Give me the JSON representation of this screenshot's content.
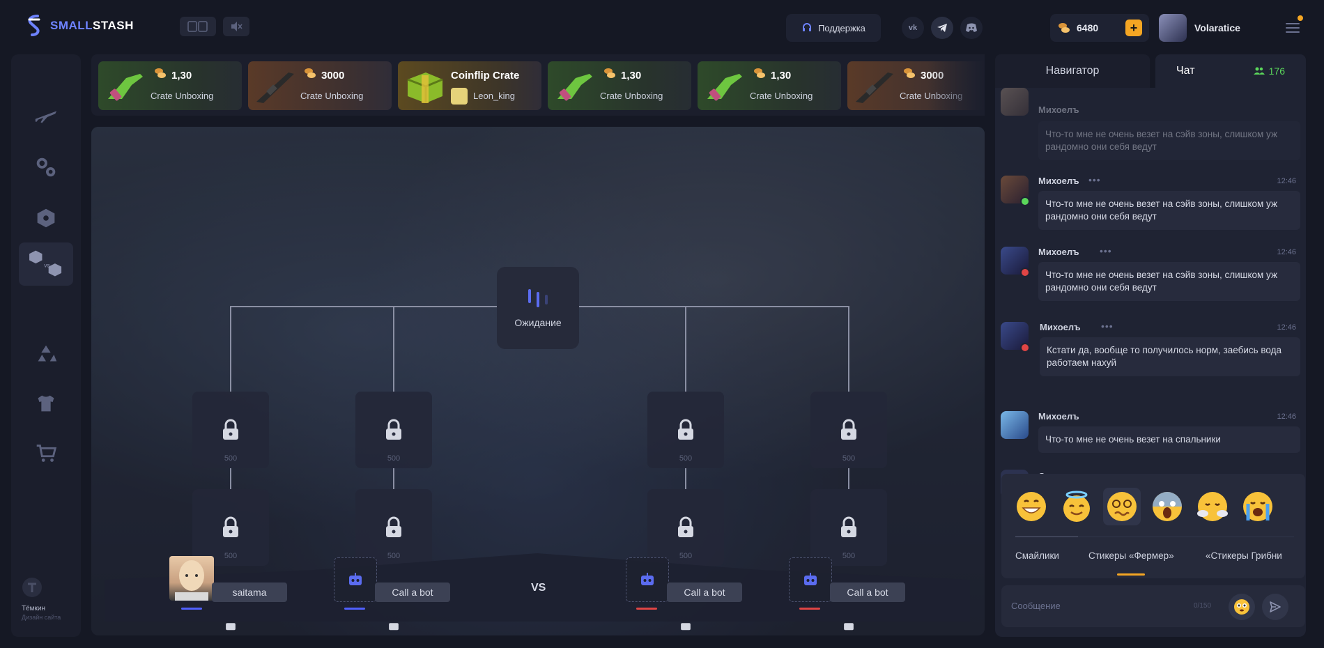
{
  "header": {
    "logo_part1": "SMALL",
    "logo_part2": "STASH",
    "support_label": "Поддержка",
    "balance": "6480",
    "username": "Volaratice"
  },
  "sidebar": {
    "items": [
      "airdrop-icon",
      "upgrade-icon",
      "case-icon",
      "case-battle-icon",
      "recycle-icon",
      "tshirt-icon",
      "cart-icon"
    ],
    "author_name": "Тёмкин",
    "author_sub": "Дизайн сайта"
  },
  "live_drops": [
    {
      "value": "1,30",
      "subtitle": "Crate Unboxing",
      "style": "green"
    },
    {
      "value": "3000",
      "subtitle": "Crate Unboxing",
      "style": "brown"
    },
    {
      "value": "Coinflip Crate",
      "subtitle": "Leon_king",
      "style": "gold"
    },
    {
      "value": "1,30",
      "subtitle": "Crate Unboxing",
      "style": "green"
    },
    {
      "value": "1,30",
      "subtitle": "Crate Unboxing",
      "style": "green"
    },
    {
      "value": "3000",
      "subtitle": "Crate Unboxing",
      "style": "brown"
    }
  ],
  "arena": {
    "status": "Ожидание",
    "slot_price": "500",
    "vs": "VS",
    "players": [
      {
        "name": "saitama",
        "team": "blue"
      },
      {
        "name": "Call a bot",
        "team": "blue"
      },
      {
        "name": "Call a bot",
        "team": "red"
      },
      {
        "name": "Call a bot",
        "team": "red"
      }
    ]
  },
  "right_panel": {
    "tab_navigator": "Навигатор",
    "tab_chat": "Чат",
    "online_count": "176",
    "messages": [
      {
        "name": "Михоелъ",
        "time": "",
        "text": "Что-то мне не очень везет на сэйв зоны, слишком уж рандомно они себя ведут"
      },
      {
        "name": "Михоелъ",
        "time": "12:46",
        "text": "Что-то мне не очень везет на сэйв зоны, слишком уж рандомно они себя ведут"
      },
      {
        "name": "Михоелъ",
        "time": "12:46",
        "text": "Что-то мне не очень везет на сэйв зоны, слишком уж рандомно они себя ведут"
      },
      {
        "name": "Михоелъ",
        "time": "12:46",
        "text": "Кстати да, вообще то получилось норм, заебись вода работаем нахуй"
      },
      {
        "name": "Михоелъ",
        "time": "12:46",
        "text": "Что-то мне не очень везет на спальники"
      },
      {
        "name": "Система",
        "time": "",
        "text": ""
      }
    ],
    "emoji_tabs": [
      "Смайлики",
      "Стикеры «Фермер»",
      "«Стикеры Грибни"
    ],
    "message_placeholder": "Сообщение",
    "char_counter": "0/150"
  },
  "colors": {
    "accent_blue": "#6e83ff",
    "accent_orange": "#f5a623",
    "team_blue": "#5060ff",
    "team_red": "#e04545",
    "online_green": "#5bd75b"
  }
}
